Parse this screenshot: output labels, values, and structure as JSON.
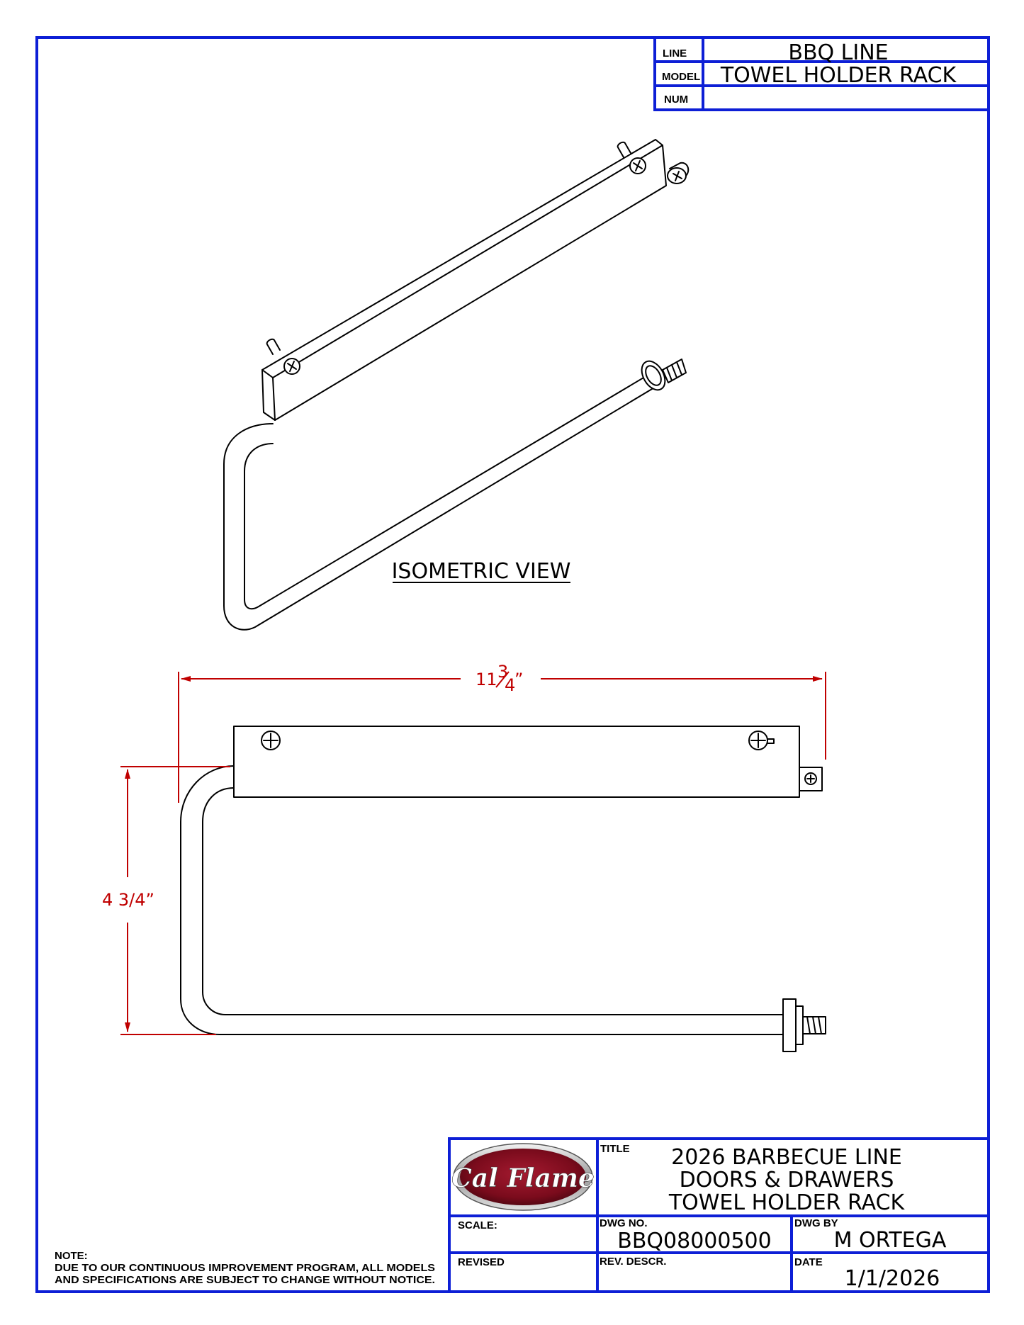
{
  "header_block": {
    "line_label": "LINE",
    "line_value": "BBQ LINE",
    "model_label": "MODEL",
    "model_value": "TOWEL HOLDER RACK",
    "num_label": "NUM",
    "num_value": ""
  },
  "views": {
    "isometric_label": "ISOMETRIC VIEW"
  },
  "dimensions": {
    "width_whole": "11",
    "width_num": "3",
    "width_den": "4",
    "width_unit": "”",
    "height": "4 3/4”"
  },
  "title_block": {
    "logo_text": "Cal Flame",
    "title_label": "TITLE",
    "title_line1": "2026 BARBECUE LINE",
    "title_line2": "DOORS & DRAWERS",
    "title_line3": "TOWEL HOLDER RACK",
    "scale_label": "SCALE:",
    "scale_value": "",
    "dwg_no_label": "DWG NO.",
    "dwg_no_value": "BBQ08000500",
    "dwg_by_label": "DWG BY",
    "dwg_by_value": "M ORTEGA",
    "revised_label": "REVISED",
    "rev_descr_label": "REV. DESCR.",
    "date_label": "DATE",
    "date_value": "1/1/2026"
  },
  "note": {
    "heading": "NOTE:",
    "line1": "DUE TO OUR CONTINUOUS IMPROVEMENT PROGRAM, ALL MODELS",
    "line2": "AND SPECIFICATIONS ARE SUBJECT TO CHANGE WITHOUT NOTICE."
  },
  "colors": {
    "frame": "#0d1fd6",
    "dimension": "#c00000",
    "logo": "#7a0b1c"
  }
}
